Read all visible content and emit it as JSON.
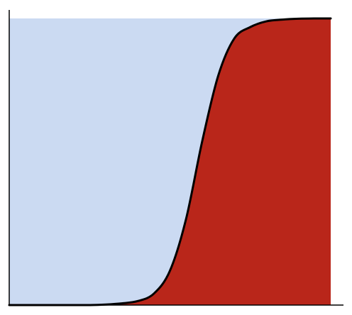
{
  "chart_data": {
    "type": "area",
    "title": "",
    "xlabel": "",
    "ylabel": "",
    "grid": false,
    "legend": "none",
    "xlim": [
      0,
      1
    ],
    "ylim": [
      0,
      1
    ],
    "x": [
      0.0,
      0.05,
      0.1,
      0.15,
      0.2,
      0.25,
      0.3,
      0.35,
      0.4,
      0.45,
      0.5,
      0.55,
      0.6,
      0.65,
      0.7,
      0.75,
      0.8,
      0.85,
      0.9,
      0.95,
      1.0
    ],
    "series": [
      {
        "values": [
          0.0,
          0.0,
          0.0,
          0.0,
          0.0,
          0.0,
          0.002,
          0.006,
          0.014,
          0.04,
          0.12,
          0.3,
          0.57,
          0.8,
          0.93,
          0.97,
          0.99,
          0.996,
          0.999,
          1.0,
          1.0
        ]
      }
    ],
    "colors": {
      "background_region": "#cbdaf2",
      "fill_region": "#b9261a",
      "line": "#000000",
      "axis": "#000000"
    }
  }
}
